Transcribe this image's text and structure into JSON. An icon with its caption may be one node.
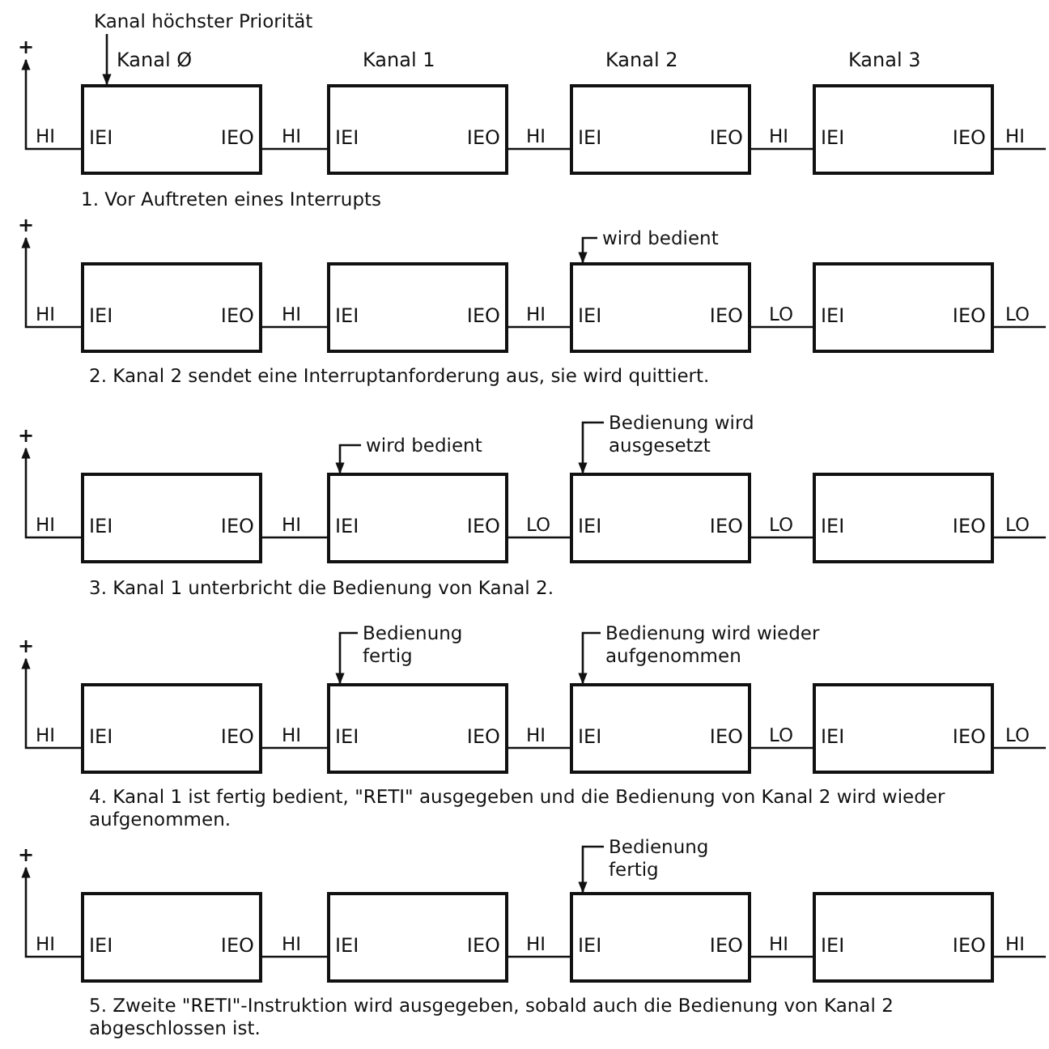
{
  "diagram": {
    "nodes": [
      {
        "text": [
          "Kanal höchster Priorität"
        ]
      },
      {
        "text": [
          "+"
        ]
      },
      {
        "text": [
          "Kanal Ø",
          "IEI",
          "IEO"
        ]
      },
      {
        "text": [
          "Kanal 1",
          "IEI",
          "IEO"
        ]
      },
      {
        "text": [
          "Kanal 2",
          "IEI",
          "IEO"
        ]
      },
      {
        "text": [
          "Kanal 3",
          "IEI",
          "IEO"
        ]
      },
      {
        "text": [
          "wird bedient"
        ]
      },
      {
        "text": [
          "+"
        ]
      },
      {
        "text": [
          "IEI",
          "IEO"
        ]
      },
      {
        "text": [
          "IEI",
          "IEO"
        ]
      },
      {
        "text": [
          "IEI",
          "IEO"
        ]
      },
      {
        "text": [
          "IEI",
          "IEO"
        ]
      },
      {
        "text": [
          "wird bedient"
        ]
      },
      {
        "text": [
          "Bedienung wird ausgesetzt"
        ]
      },
      {
        "text": [
          "+"
        ]
      },
      {
        "text": [
          "IEI",
          "IEO"
        ]
      },
      {
        "text": [
          "IEI",
          "IEO"
        ]
      },
      {
        "text": [
          "IEI",
          "IEO"
        ]
      },
      {
        "text": [
          "IEI",
          "IEO"
        ]
      },
      {
        "text": [
          "Bedienung fertig"
        ]
      },
      {
        "text": [
          "Bedienung wird wieder aufgenommen"
        ]
      },
      {
        "text": [
          "+"
        ]
      },
      {
        "text": [
          "IEI",
          "IEO"
        ]
      },
      {
        "text": [
          "IEI",
          "IEO"
        ]
      },
      {
        "text": [
          "IEI",
          "IEO"
        ]
      },
      {
        "text": [
          "IEI",
          "IEO"
        ]
      },
      {
        "text": [
          "Bedienung fertig"
        ]
      },
      {
        "text": [
          "+"
        ]
      },
      {
        "text": [
          "IEI",
          "IEO"
        ]
      },
      {
        "text": [
          "IEI",
          "IEO"
        ]
      },
      {
        "text": [
          "IEI",
          "IEO"
        ]
      },
      {
        "text": [
          "IEI",
          "IEO"
        ]
      }
    ],
    "edges": [
      {
        "from": 0,
        "to": 2,
        "arrow": "to"
      },
      {
        "from": 2,
        "to": 1,
        "arrow": "to",
        "label": "HI"
      },
      {
        "from": 2,
        "to": 3,
        "arrow": "none",
        "label": "HI"
      },
      {
        "from": 3,
        "to": 4,
        "arrow": "none",
        "label": "HI"
      },
      {
        "from": 4,
        "to": 5,
        "arrow": "none",
        "label": "HI"
      },
      {
        "from": 5,
        "to": null,
        "arrow": "none",
        "label": "HI"
      },
      {
        "from": 6,
        "to": 10,
        "arrow": "to"
      },
      {
        "from": 8,
        "to": 7,
        "arrow": "to",
        "label": "HI"
      },
      {
        "from": 8,
        "to": 9,
        "arrow": "none",
        "label": "HI"
      },
      {
        "from": 9,
        "to": 10,
        "arrow": "none",
        "label": "HI"
      },
      {
        "from": 10,
        "to": 11,
        "arrow": "none",
        "label": "LO"
      },
      {
        "from": 11,
        "to": null,
        "arrow": "none",
        "label": "LO"
      },
      {
        "from": 12,
        "to": 16,
        "arrow": "to"
      },
      {
        "from": 13,
        "to": 17,
        "arrow": "to"
      },
      {
        "from": 15,
        "to": 14,
        "arrow": "to",
        "label": "HI"
      },
      {
        "from": 15,
        "to": 16,
        "arrow": "none",
        "label": "HI"
      },
      {
        "from": 16,
        "to": 17,
        "arrow": "none",
        "label": "LO"
      },
      {
        "from": 17,
        "to": 18,
        "arrow": "none",
        "label": "LO"
      },
      {
        "from": 18,
        "to": null,
        "arrow": "none",
        "label": "LO"
      },
      {
        "from": 19,
        "to": 23,
        "arrow": "to"
      },
      {
        "from": 20,
        "to": 24,
        "arrow": "to"
      },
      {
        "from": 22,
        "to": 21,
        "arrow": "to",
        "label": "HI"
      },
      {
        "from": 22,
        "to": 23,
        "arrow": "none",
        "label": "HI"
      },
      {
        "from": 23,
        "to": 24,
        "arrow": "none",
        "label": "HI"
      },
      {
        "from": 24,
        "to": 25,
        "arrow": "none",
        "label": "LO"
      },
      {
        "from": 25,
        "to": null,
        "arrow": "none",
        "label": "LO"
      },
      {
        "from": 26,
        "to": 30,
        "arrow": "to"
      },
      {
        "from": 28,
        "to": 27,
        "arrow": "to",
        "label": "HI"
      },
      {
        "from": 28,
        "to": 29,
        "arrow": "none",
        "label": "HI"
      },
      {
        "from": 29,
        "to": 30,
        "arrow": "none",
        "label": "HI"
      },
      {
        "from": 30,
        "to": 31,
        "arrow": "none",
        "label": "HI"
      },
      {
        "from": 31,
        "to": null,
        "arrow": "none",
        "label": "HI"
      }
    ],
    "labels": [
      "1. Vor Auftreten eines Interrupts",
      "2. Kanal 2 sendet eine Interruptanforderung aus, sie wird quittiert.",
      "3. Kanal 1 unterbricht die Bedienung von Kanal 2.",
      "4. Kanal 1 ist fertig bedient, \"RETI\" ausgegeben und die Bedienung von Kanal 2 wird wieder aufgenommen.",
      "5. Zweite \"RETI\"-Instruktion wird ausgegeben, sobald auch die Bedienung von Kanal 2 abgeschlossen ist."
    ]
  }
}
